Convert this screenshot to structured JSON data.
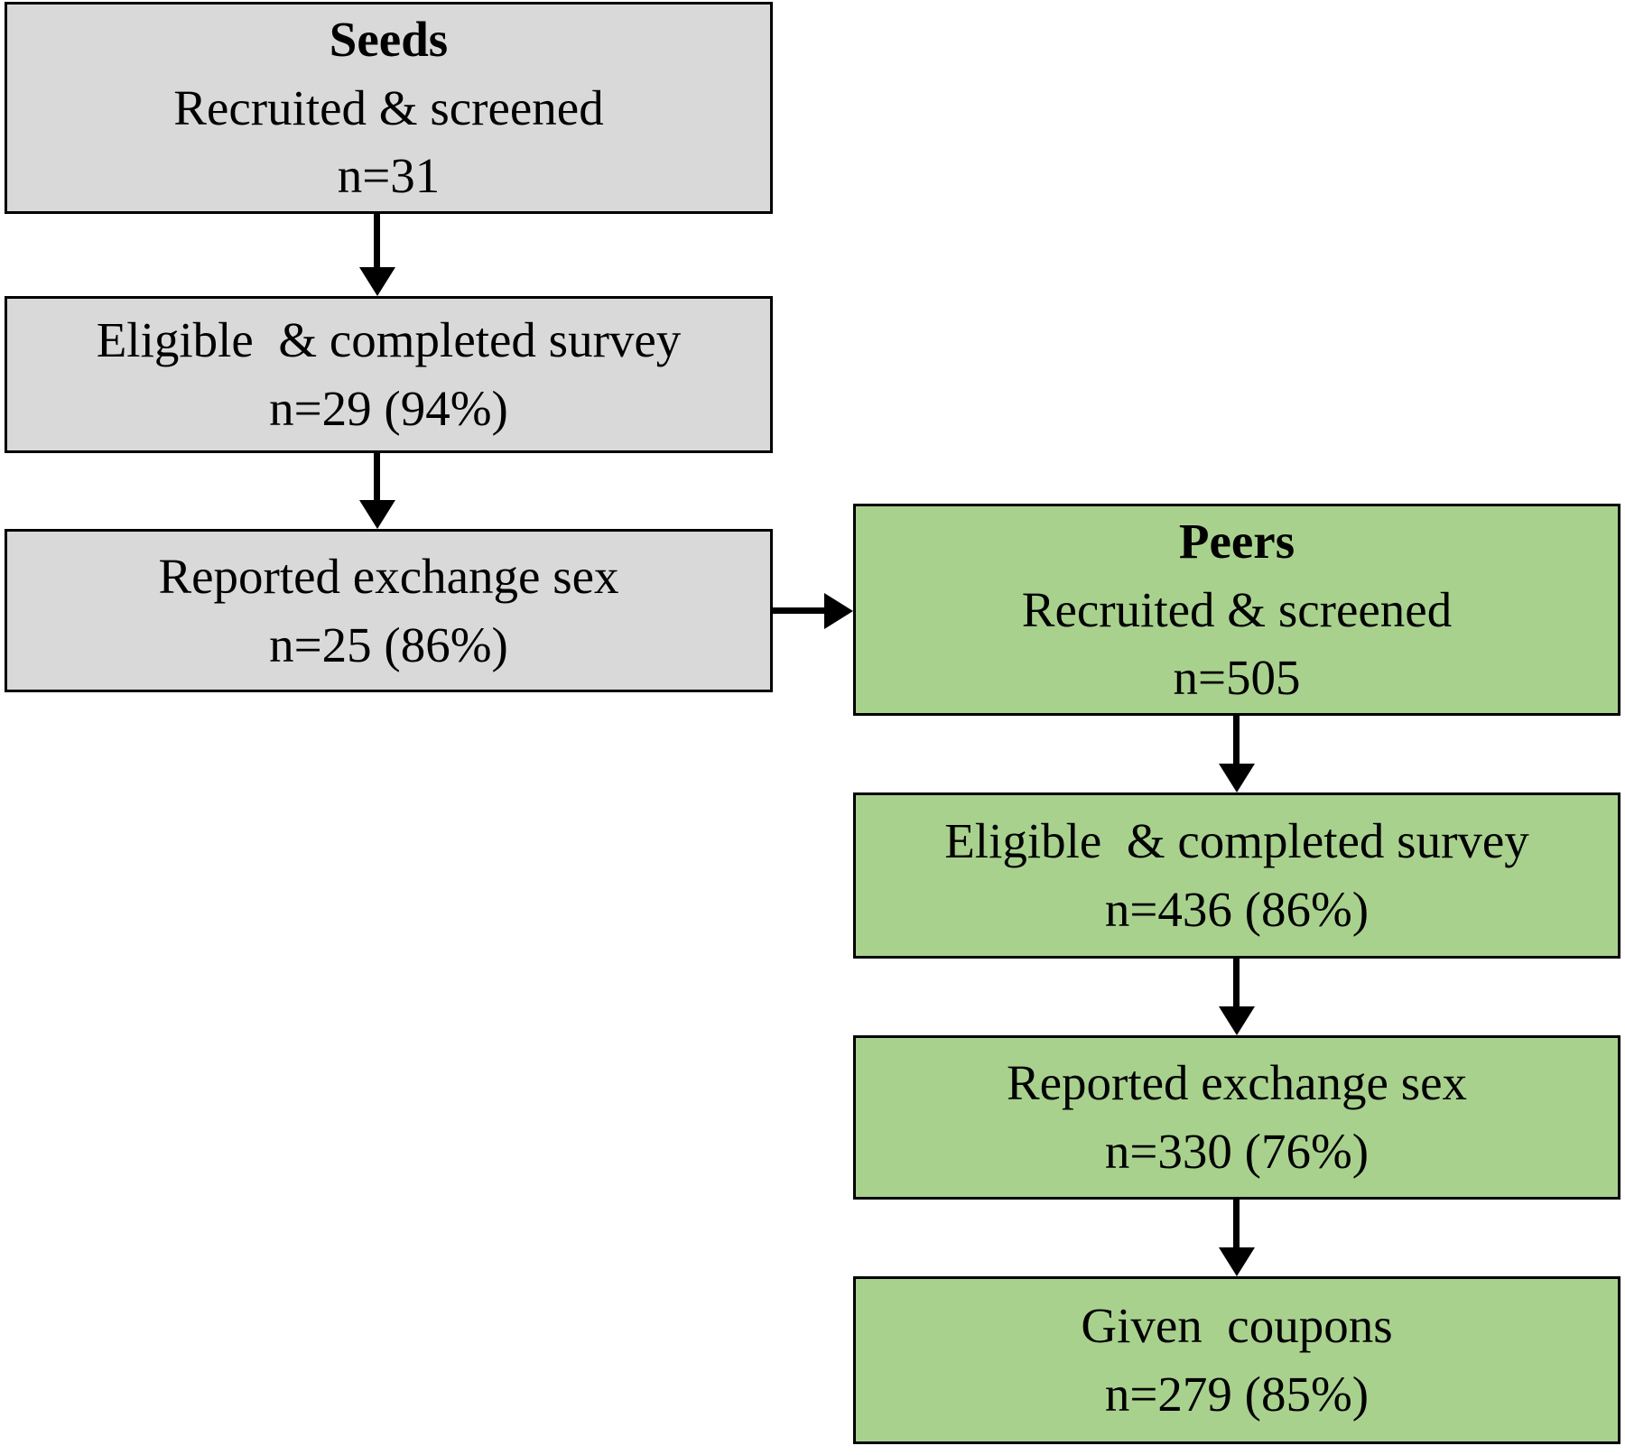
{
  "colors": {
    "seeds_fill": "#d9d9d9",
    "peers_fill": "#a9d18e",
    "box_border": "#000000",
    "arrow": "#000000",
    "background": "#ffffff"
  },
  "seeds": {
    "boxes": [
      {
        "title": "Seeds",
        "line1": "Recruited & screened",
        "line2": "n=31"
      },
      {
        "line1": "Eligible  & completed survey",
        "line2": "n=29 (94%)"
      },
      {
        "line1": "Reported exchange sex",
        "line2": "n=25 (86%)"
      }
    ]
  },
  "peers": {
    "boxes": [
      {
        "title": "Peers",
        "line1": "Recruited & screened",
        "line2": "n=505"
      },
      {
        "line1": "Eligible  & completed survey",
        "line2": "n=436 (86%)"
      },
      {
        "line1": "Reported exchange sex",
        "line2": "n=330 (76%)"
      },
      {
        "line1": "Given  coupons",
        "line2": "n=279 (85%)"
      }
    ]
  }
}
